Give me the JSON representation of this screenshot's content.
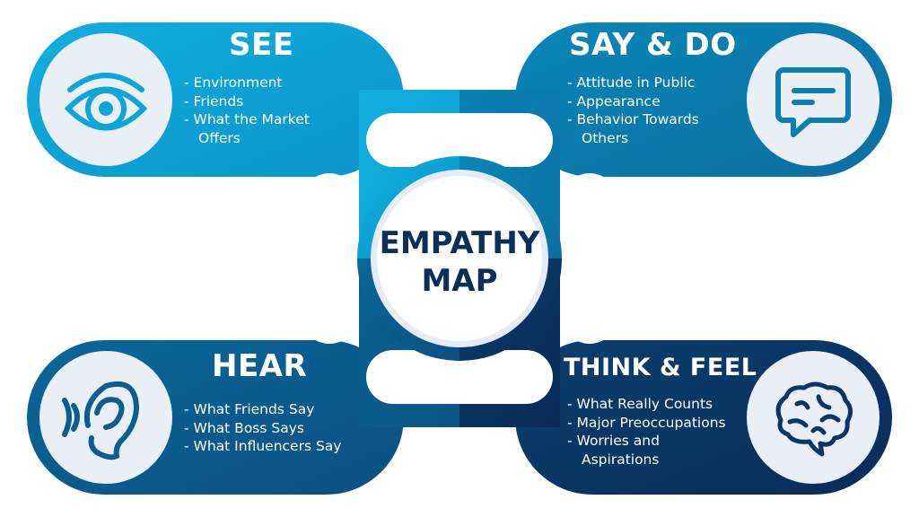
{
  "center": {
    "line1": "EMPATHY",
    "line2": "MAP"
  },
  "colors": {
    "see": "#0ea5d8",
    "say_do": "#0b7fb0",
    "hear": "#0b5f8f",
    "think_feel": "#0b3564",
    "icon_bg": "#e9eef7",
    "center_text": "#0c2f57"
  },
  "quadrants": {
    "see": {
      "title": "SEE",
      "icon": "eye-icon",
      "items": [
        "Environment",
        "Friends",
        "What the Market Offers"
      ]
    },
    "say_do": {
      "title": "SAY & DO",
      "icon": "speech-bubble-icon",
      "items": [
        "Attitude in Public",
        "Appearance",
        "Behavior Towards Others"
      ]
    },
    "hear": {
      "title": "HEAR",
      "icon": "ear-icon",
      "items": [
        "What Friends Say",
        "What Boss Says",
        "What Influencers Say"
      ]
    },
    "think_feel": {
      "title": "THINK & FEEL",
      "icon": "brain-icon",
      "items": [
        "What Really Counts",
        "Major Preoccupations",
        "Worries and Aspirations"
      ]
    }
  }
}
